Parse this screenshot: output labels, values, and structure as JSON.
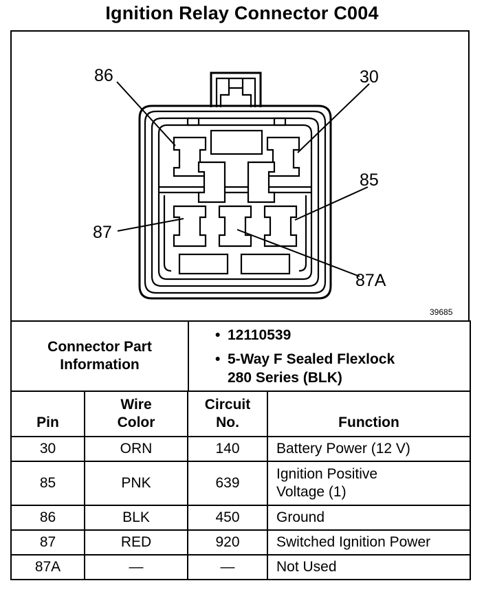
{
  "title": "Ignition Relay Connector C004",
  "diagram": {
    "pin_labels": {
      "p86": "86",
      "p30": "30",
      "p85": "85",
      "p87": "87",
      "p87a": "87A"
    },
    "figure_number": "39685"
  },
  "connector_info": {
    "label_line1": "Connector Part",
    "label_line2": "Information",
    "part_number": "12110539",
    "description_line1": "5-Way F Sealed Flexlock",
    "description_line2": "280 Series (BLK)"
  },
  "pin_table": {
    "headers": {
      "pin": "Pin",
      "wire_color_line1": "Wire",
      "wire_color_line2": "Color",
      "circuit_line1": "Circuit",
      "circuit_line2": "No.",
      "function": "Function"
    },
    "rows": [
      {
        "pin": "30",
        "color": "ORN",
        "circuit": "140",
        "function_line1": "Battery Power (12 V)",
        "function_line2": ""
      },
      {
        "pin": "85",
        "color": "PNK",
        "circuit": "639",
        "function_line1": "Ignition Positive",
        "function_line2": "Voltage (1)"
      },
      {
        "pin": "86",
        "color": "BLK",
        "circuit": "450",
        "function_line1": "Ground",
        "function_line2": ""
      },
      {
        "pin": "87",
        "color": "RED",
        "circuit": "920",
        "function_line1": "Switched Ignition Power",
        "function_line2": ""
      },
      {
        "pin": "87A",
        "color": "—",
        "circuit": "—",
        "function_line1": "Not Used",
        "function_line2": ""
      }
    ]
  }
}
